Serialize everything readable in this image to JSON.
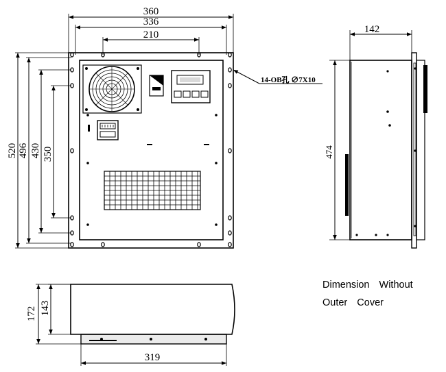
{
  "front_view": {
    "dims": {
      "overall_width": "360",
      "flange_width": "336",
      "hole_spacing_top": "210",
      "overall_height": "520",
      "flange_height": "496",
      "inner_height": "430",
      "hole_spacing_side": "350"
    },
    "callout": "14-OB孔 ∅7X10"
  },
  "side_view": {
    "dims": {
      "depth": "142",
      "height": "474"
    }
  },
  "bottom_view": {
    "dims": {
      "total_depth": "172",
      "body_depth": "143",
      "width": "319"
    }
  },
  "caption": {
    "line1": "Dimension Without",
    "line2": "Outer Cover"
  }
}
